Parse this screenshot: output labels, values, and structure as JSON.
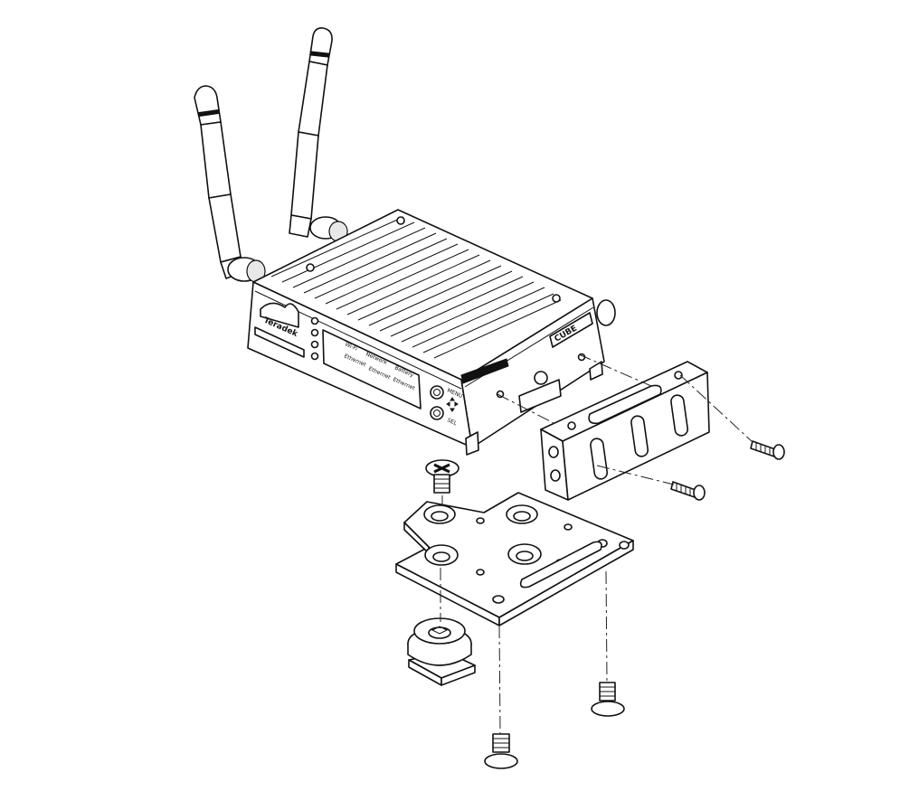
{
  "colors": {
    "line": "#111111",
    "background": "#ffffff",
    "shade": "#e8e8e8"
  },
  "device": {
    "brand_label": "Teradek",
    "model_label": "CUBE",
    "indicator_labels": [
      "Wi-Fi",
      "Network",
      "Battery",
      "Ethernet",
      "Ethernet",
      "Ethernet"
    ],
    "side_labels": [
      "MENU",
      "SEL"
    ]
  }
}
